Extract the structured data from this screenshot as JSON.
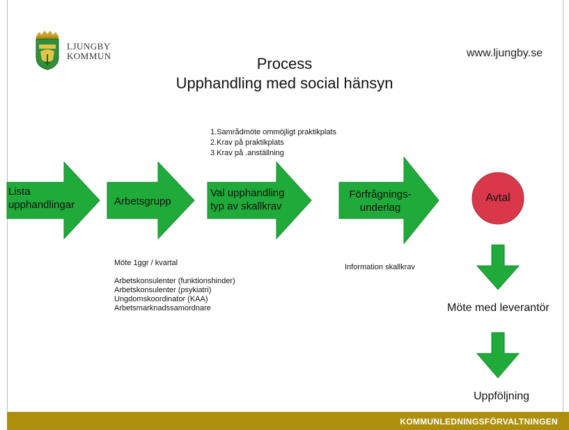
{
  "logo": {
    "line1": "LJUNGBY",
    "line2": "KOMMUN"
  },
  "website": "www.ljungby.se",
  "title": {
    "line1": "Process",
    "line2": "Upphandling med social hänsyn"
  },
  "steps": [
    "1.Samrådmöte  ommöjligt  praktikplats",
    "2.Krav på praktikplats",
    "3 Krav på .anställning"
  ],
  "arrows": [
    {
      "line1": "Lista",
      "line2": "upphandlingar"
    },
    {
      "line1": "Arbetsgrupp",
      "line2": ""
    },
    {
      "line1": "Val upphandling",
      "line2": "typ av skallkrav"
    },
    {
      "line1": "Förfrågnings-",
      "line2": "underlag"
    }
  ],
  "avtal": "Avtal",
  "notes": [
    "Möte 1ggr / kvartal",
    "",
    "Arbetskonsulenter  (funktionshinder)",
    "Arbetskonsulenter  (psykiatri)",
    "Ungdomskoordinator  (KAA)",
    "Arbetsmarknadssamordnare"
  ],
  "info": "Information  skallkrav",
  "mote": "Möte med leverantör",
  "uppfoljning": "Uppföljning",
  "footer": "KOMMUNLEDNINGSFÖRVALTNINGEN",
  "colors": {
    "arrow": "#1faa3a",
    "circle": "#d8384a",
    "footer": "#ad8f0c"
  }
}
